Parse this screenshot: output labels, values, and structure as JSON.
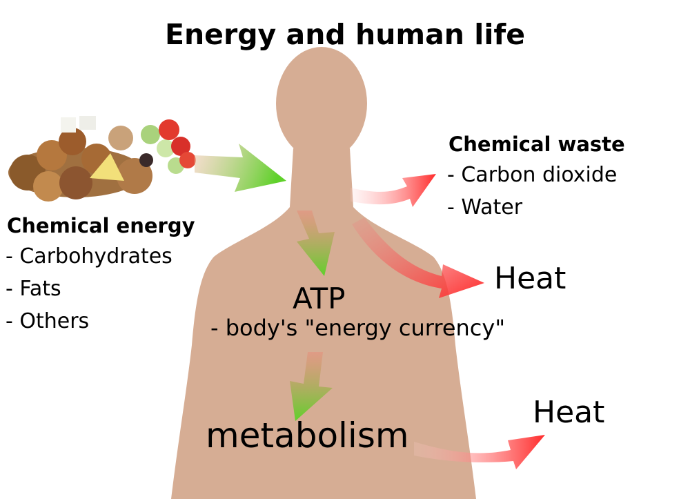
{
  "title": "Energy and human life",
  "input": {
    "heading": "Chemical energy",
    "items": [
      "- Carbohydrates",
      "- Fats",
      "- Others"
    ]
  },
  "waste": {
    "heading": "Chemical waste",
    "items": [
      "- Carbon dioxide",
      "- Water"
    ]
  },
  "heat_upper": "Heat",
  "atp": {
    "label": "ATP",
    "description": "- body's \"energy currency\""
  },
  "metabolism": "metabolism",
  "heat_lower": "Heat",
  "colors": {
    "body": "#d6ad94",
    "arrow_green": "#5fd12a",
    "arrow_red": "#ff2a2a",
    "text": "#000000"
  },
  "icons": [
    "human-silhouette",
    "food-plate-image",
    "flow-arrow"
  ]
}
